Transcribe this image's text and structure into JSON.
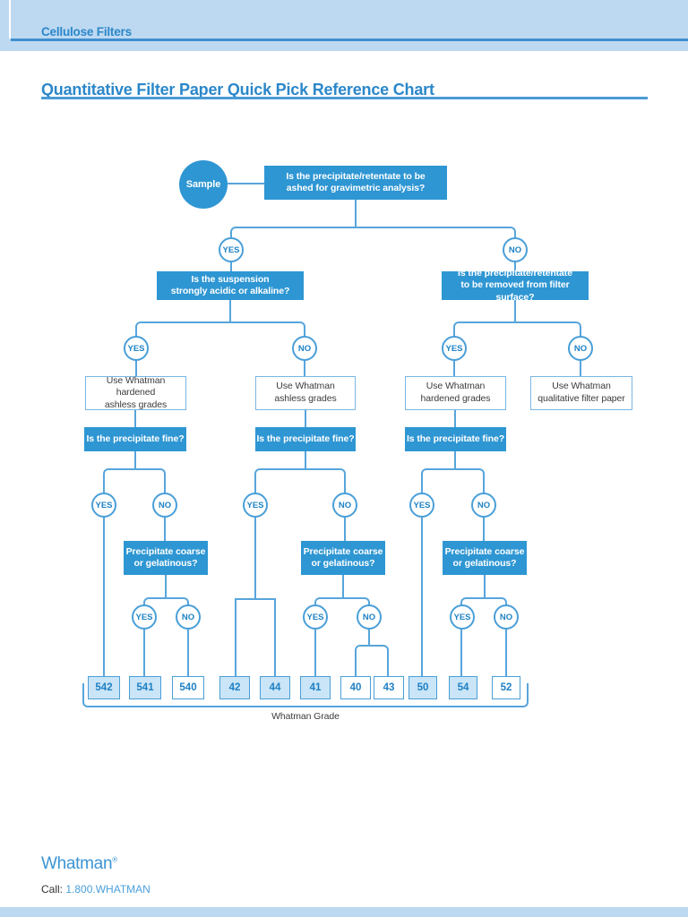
{
  "header": {
    "section_label": "Cellulose Filters"
  },
  "title": "Quantitative Filter Paper Quick Pick Reference Chart",
  "colors": {
    "header_band": "#bdd9f1",
    "accent_blue": "#2e96d3",
    "line_blue": "#57a5dc",
    "text_blue": "#1e82c5",
    "grade_fill": "#c9e5f7"
  },
  "flow": {
    "start_label": "Sample",
    "yes_label": "YES",
    "no_label": "NO",
    "q_ashed": "Is the precipitate/retentate to be\nashed for gravimetric analysis?",
    "q_acidic": "Is the suspension\nstrongly acidic or alkaline?",
    "q_removed": "Is the precipitate/retentate\nto be removed from filter surface?",
    "q_fine": "Is the precipitate fine?",
    "q_coarse": "Precipitate coarse\nor gelatinous?",
    "rec_hardened_ashless": "Use Whatman hardened\nashless grades",
    "rec_ashless": "Use Whatman\nashless grades",
    "rec_hardened": "Use Whatman\nhardened grades",
    "rec_qualitative": "Use Whatman\nqualitative filter paper",
    "grades": [
      {
        "label": "542",
        "filled": true
      },
      {
        "label": "541",
        "filled": true
      },
      {
        "label": "540",
        "filled": false
      },
      {
        "label": "42",
        "filled": true
      },
      {
        "label": "44",
        "filled": true
      },
      {
        "label": "41",
        "filled": true
      },
      {
        "label": "40",
        "filled": false
      },
      {
        "label": "43",
        "filled": false
      },
      {
        "label": "50",
        "filled": true
      },
      {
        "label": "54",
        "filled": true
      },
      {
        "label": "52",
        "filled": false
      }
    ],
    "bracket_label": "Whatman Grade"
  },
  "footer": {
    "logo": "Whatman",
    "logo_mark": "®",
    "call_label": "Call:",
    "phone": "1.800.WHATMAN"
  }
}
